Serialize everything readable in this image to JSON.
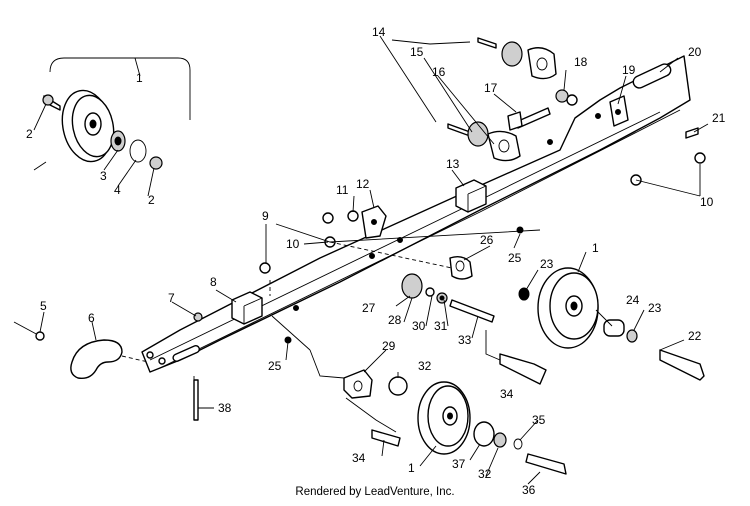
{
  "callouts": {
    "n1": "1",
    "n2": "2",
    "n3": "3",
    "n4": "4",
    "n5": "5",
    "n6": "6",
    "n7": "7",
    "n8": "8",
    "n9": "9",
    "n10": "10",
    "n11": "11",
    "n12": "12",
    "n13": "13",
    "n14": "14",
    "n15": "15",
    "n16": "16",
    "n17": "17",
    "n18": "18",
    "n19": "19",
    "n20": "20",
    "n21": "21",
    "n22": "22",
    "n23": "23",
    "n24": "24",
    "n25": "25",
    "n26": "26",
    "n27": "27",
    "n28": "28",
    "n29": "29",
    "n30": "30",
    "n31": "31",
    "n32": "32",
    "n33": "33",
    "n34": "34",
    "n35": "35",
    "n36": "36",
    "n37": "37",
    "n38": "38"
  },
  "footer": {
    "credit": "Rendered by LeadVenture, Inc."
  }
}
